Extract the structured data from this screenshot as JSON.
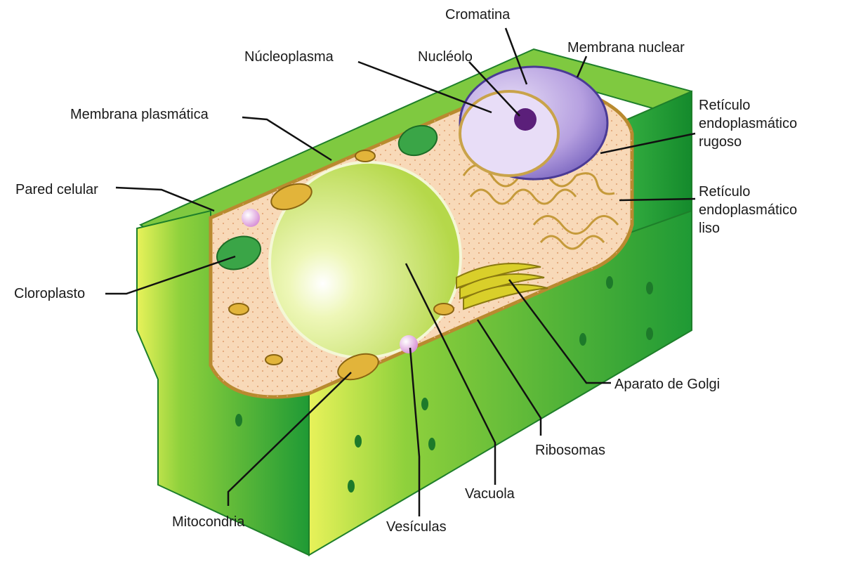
{
  "diagram": {
    "labels": {
      "cromatina": "Cromatina",
      "membrana_nuclear": "Membrana nuclear",
      "nucleoplasma": "Núcleoplasma",
      "nucleolo": "Nucléolo",
      "membrana_plasmatica": "Membrana plasmática",
      "pared_celular": "Pared celular",
      "cloroplasto": "Cloroplasto",
      "rer": [
        "Retículo",
        "endoplasmático",
        "rugoso"
      ],
      "rel": [
        "Retículo",
        "endoplasmático",
        "liso"
      ],
      "golgi": "Aparato de Golgi",
      "ribosomas": "Ribosomas",
      "vacuola": "Vacuola",
      "vesiculas": "Vesículas",
      "mitocondria": "Mitocondria"
    },
    "colors": {
      "cell_wall": "#2ea83a",
      "cell_wall_light": "#cfe85a",
      "cytoplasm": "#f8d9b8",
      "vacuole": "#c8e36b",
      "nucleus": "#b9a7e0",
      "nucleolus": "#5b1f7a",
      "golgi": "#c8c21e",
      "mitochondria": "#d6a72a",
      "leader_line": "#111111"
    }
  }
}
